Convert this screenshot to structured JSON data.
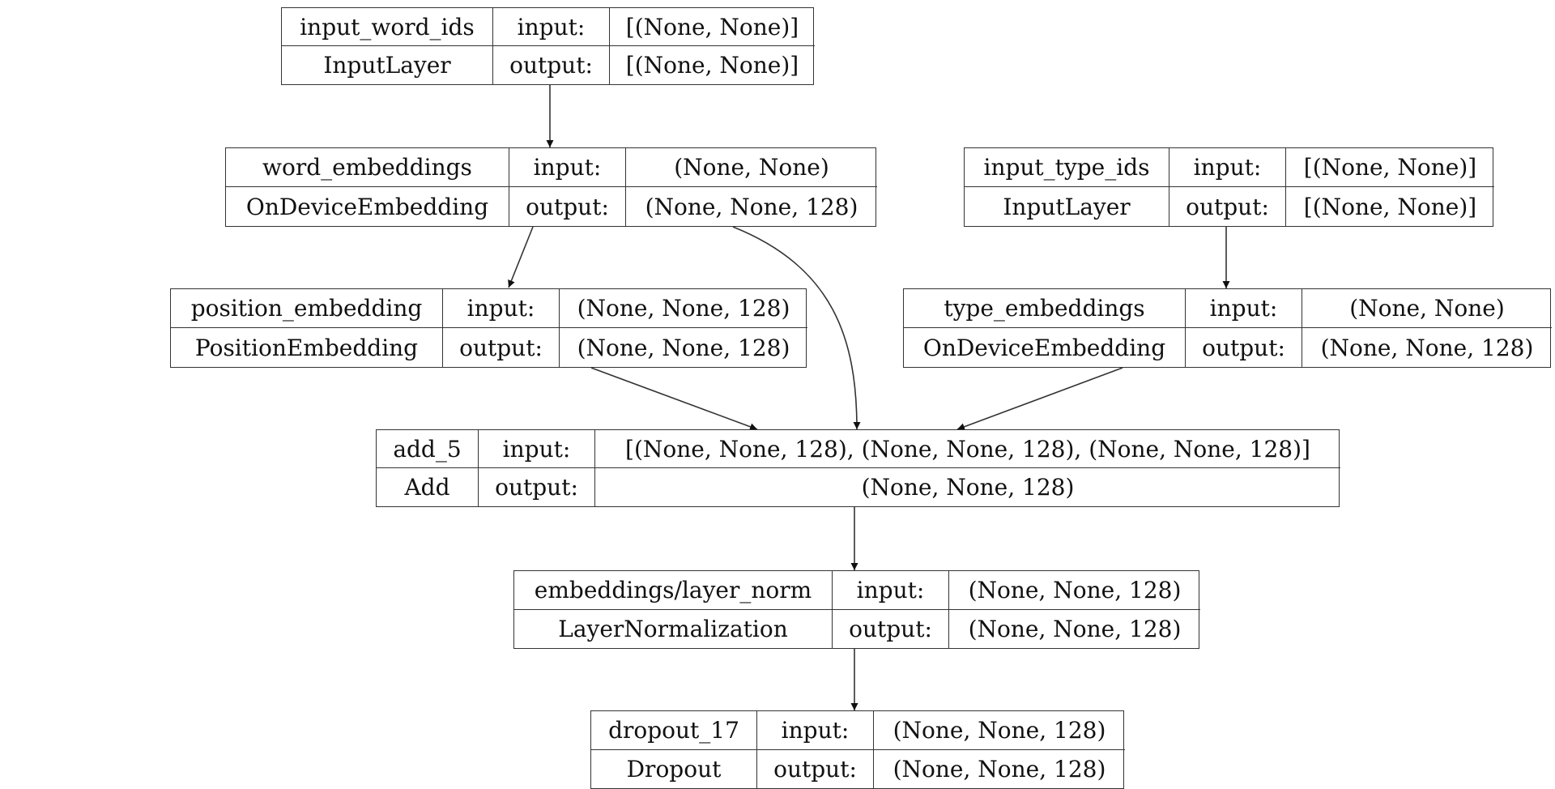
{
  "nodes": [
    {
      "id": "input_word_ids",
      "name": "input_word_ids",
      "type": "InputLayer",
      "input_label": "input:",
      "output_label": "output:",
      "input": "[(None, None)]",
      "output": "[(None, None)]"
    },
    {
      "id": "word_embeddings",
      "name": "word_embeddings",
      "type": "OnDeviceEmbedding",
      "input_label": "input:",
      "output_label": "output:",
      "input": "(None, None)",
      "output": "(None, None, 128)"
    },
    {
      "id": "input_type_ids",
      "name": "input_type_ids",
      "type": "InputLayer",
      "input_label": "input:",
      "output_label": "output:",
      "input": "[(None, None)]",
      "output": "[(None, None)]"
    },
    {
      "id": "position_embedding",
      "name": "position_embedding",
      "type": "PositionEmbedding",
      "input_label": "input:",
      "output_label": "output:",
      "input": "(None, None, 128)",
      "output": "(None, None, 128)"
    },
    {
      "id": "type_embeddings",
      "name": "type_embeddings",
      "type": "OnDeviceEmbedding",
      "input_label": "input:",
      "output_label": "output:",
      "input": "(None, None)",
      "output": "(None, None, 128)"
    },
    {
      "id": "add_5",
      "name": "add_5",
      "type": "Add",
      "input_label": "input:",
      "output_label": "output:",
      "input": "[(None, None, 128), (None, None, 128), (None, None, 128)]",
      "output": "(None, None, 128)"
    },
    {
      "id": "layer_norm",
      "name": "embeddings/layer_norm",
      "type": "LayerNormalization",
      "input_label": "input:",
      "output_label": "output:",
      "input": "(None, None, 128)",
      "output": "(None, None, 128)"
    },
    {
      "id": "dropout_17",
      "name": "dropout_17",
      "type": "Dropout",
      "input_label": "input:",
      "output_label": "output:",
      "input": "(None, None, 128)",
      "output": "(None, None, 128)"
    }
  ],
  "edges": [
    {
      "from": "input_word_ids",
      "to": "word_embeddings"
    },
    {
      "from": "word_embeddings",
      "to": "position_embedding"
    },
    {
      "from": "word_embeddings",
      "to": "add_5"
    },
    {
      "from": "input_type_ids",
      "to": "type_embeddings"
    },
    {
      "from": "position_embedding",
      "to": "add_5"
    },
    {
      "from": "type_embeddings",
      "to": "add_5"
    },
    {
      "from": "add_5",
      "to": "layer_norm"
    },
    {
      "from": "layer_norm",
      "to": "dropout_17"
    }
  ],
  "colors": {
    "line": "#333333",
    "text": "#111111",
    "background": "#ffffff"
  }
}
